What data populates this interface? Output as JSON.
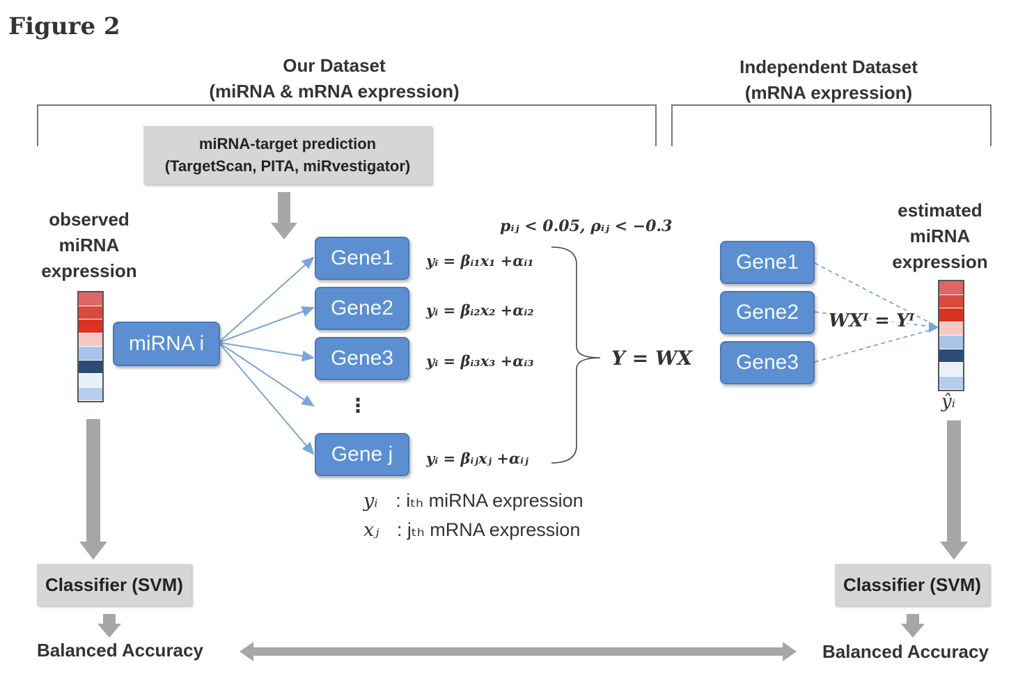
{
  "figure_title": "Figure 2",
  "left_dataset": {
    "line1": "Our Dataset",
    "line2": "(miRNA & mRNA expression)"
  },
  "right_dataset": {
    "line1": "Independent Dataset",
    "line2": "(mRNA expression)"
  },
  "prediction_box": {
    "line1": "miRNA-target prediction",
    "line2": "(TargetScan, PITA, miRvestigator)"
  },
  "observed_label": [
    "observed",
    "miRNA",
    "expression"
  ],
  "estimated_label": [
    "estimated",
    "miRNA",
    "expression"
  ],
  "mirna_box": "miRNA i",
  "left_genes": [
    "Gene1",
    "Gene2",
    "Gene3",
    "Gene j"
  ],
  "dots": "⋮",
  "right_genes": [
    "Gene1",
    "Gene2",
    "Gene3"
  ],
  "threshold": "pᵢⱼ < 0.05, ρᵢⱼ < −0.3",
  "equations": [
    "yᵢ = βᵢ₁x₁ +αᵢ₁",
    "yᵢ = βᵢ₂x₂ +αᵢ₂",
    "yᵢ = βᵢ₃x₃ +αᵢ₃",
    "yᵢ = βᵢⱼxⱼ +αᵢⱼ"
  ],
  "matrix_eq": "Y = WX",
  "estimate_eq": "WXᴵ = Yᴵ",
  "yhat_label": "ŷᵢ",
  "legend": [
    {
      "symbol": "yᵢ",
      "text": ": iₜₕ miRNA expression"
    },
    {
      "symbol": "xⱼ",
      "text": ": jₜₕ mRNA expression"
    }
  ],
  "classifier_label": "Classifier (SVM)",
  "accuracy_label": "Balanced Accuracy",
  "colors": {
    "gene_box": "#5b8fd1",
    "arrow_blue": "#7aa5d8",
    "gray_arrow": "#a6a6a6",
    "observed_strip": [
      "#e06666",
      "#d94a3d",
      "#d9331f",
      "#f4c7c3",
      "#a9c4e6",
      "#2c4a78",
      "#eaf0fa",
      "#b7cdec"
    ],
    "estimated_strip": [
      "#e06666",
      "#d94a3d",
      "#d9331f",
      "#f4c7c3",
      "#a9c4e6",
      "#2c4a78",
      "#eaf0fa",
      "#b7cdec"
    ]
  }
}
